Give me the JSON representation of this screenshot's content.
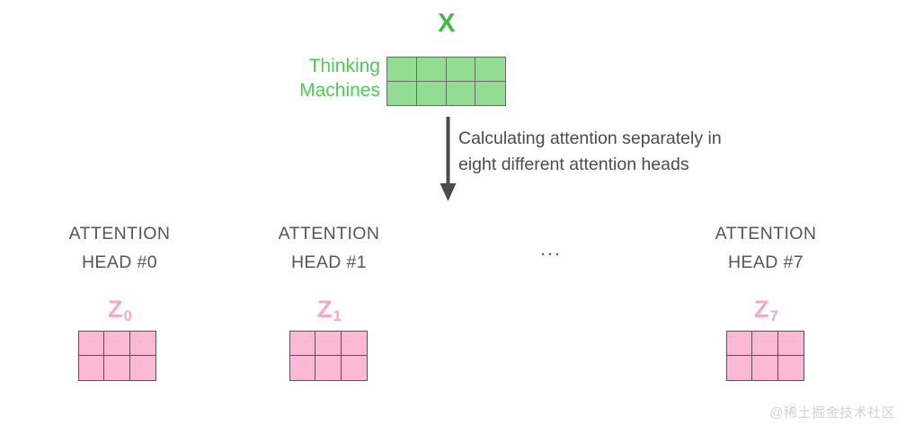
{
  "diagram": {
    "input": {
      "matrix_label": "X",
      "matrix_label_color": "#3cbb3c",
      "token_rows": [
        "Thinking",
        "Machines"
      ],
      "token_color": "#4ccc55",
      "matrix": {
        "name": "X",
        "columns": 4,
        "rows": 2,
        "fill_color": "#92dd92",
        "border_color": "#6b6b6b",
        "cells": 8
      }
    },
    "transition": {
      "arrow_direction": "down",
      "arrow_color": "#4b4b4f",
      "caption_lines": [
        "Calculating attention separately in",
        "eight different attention heads"
      ],
      "caption_color": "#4b4b4f"
    },
    "heads": [
      {
        "title_lines": [
          "ATTENTION",
          "HEAD #0"
        ],
        "output_label": "Z",
        "output_subscript": "0",
        "matrix": {
          "columns": 3,
          "rows": 2,
          "fill_color": "#fbb9d6",
          "border_color": "#5f4f57",
          "cells": 6
        }
      },
      {
        "title_lines": [
          "ATTENTION",
          "HEAD #1"
        ],
        "output_label": "Z",
        "output_subscript": "1",
        "matrix": {
          "columns": 3,
          "rows": 2,
          "fill_color": "#fbb9d6",
          "border_color": "#5f4f57",
          "cells": 6
        }
      },
      {
        "title_lines": [
          "ATTENTION",
          "HEAD #7"
        ],
        "output_label": "Z",
        "output_subscript": "7",
        "matrix": {
          "columns": 3,
          "rows": 2,
          "fill_color": "#fbb9d6",
          "border_color": "#5f4f57",
          "cells": 6
        }
      }
    ],
    "ellipsis": "...",
    "head_label_color": "#55555a",
    "z_label_color": "#f6a9c6"
  },
  "watermark": {
    "text": "@稀土掘金技术社区"
  }
}
